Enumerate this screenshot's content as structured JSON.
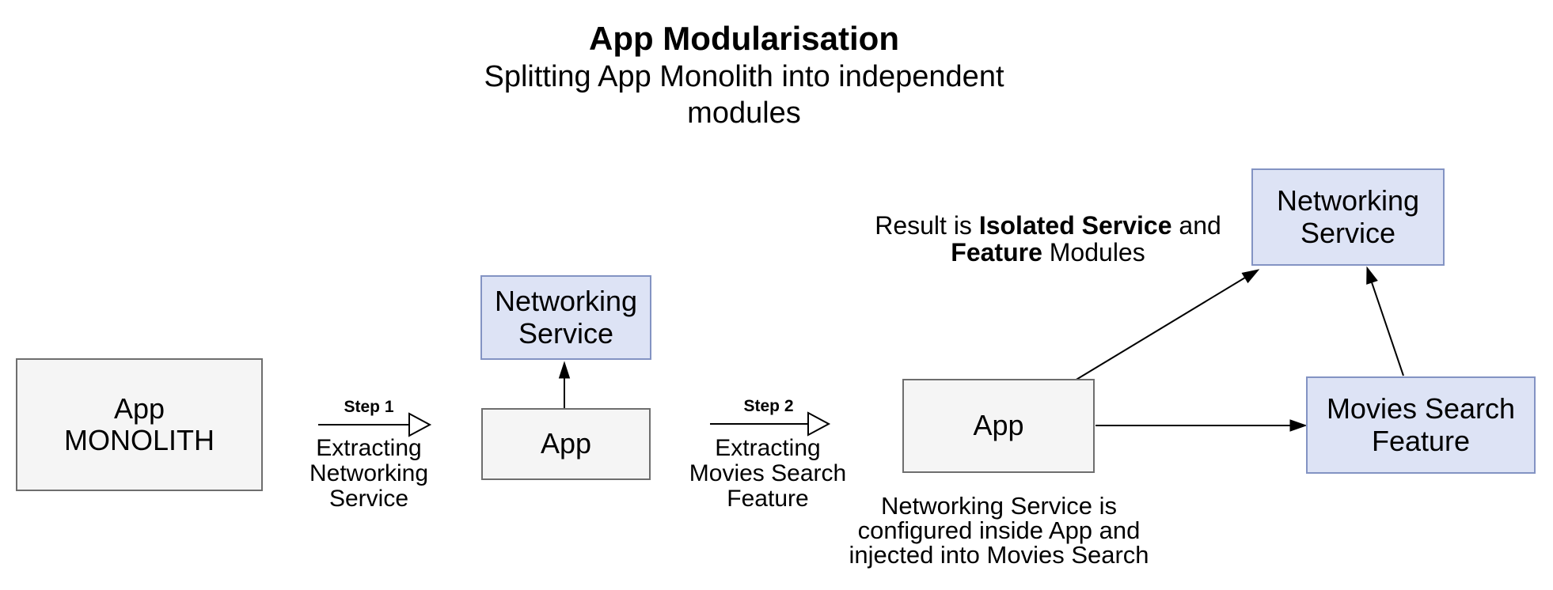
{
  "header": {
    "title": "App Modularisation",
    "subtitle": "Splitting App Monolith into independent modules"
  },
  "stage1": {
    "monolith_box": {
      "lines": [
        "App",
        "MONOLITH"
      ]
    }
  },
  "step1": {
    "label": "Step 1",
    "description_lines": [
      "Extracting",
      "Networking",
      "Service"
    ]
  },
  "stage2": {
    "networking_service_box": {
      "lines": [
        "Networking",
        "Service"
      ]
    },
    "app_box": {
      "label": "App"
    }
  },
  "step2": {
    "label": "Step 2",
    "description_lines": [
      "Extracting",
      "Movies Search",
      "Feature"
    ]
  },
  "stage3": {
    "result_note": {
      "line1_normal1": "Result is ",
      "line1_bold": "Isolated Service",
      "line1_normal2": " and",
      "line2_bold": "Feature",
      "line2_normal": " Modules"
    },
    "networking_service_box": {
      "lines": [
        "Networking",
        "Service"
      ]
    },
    "app_box": {
      "label": "App"
    },
    "movies_search_box": {
      "lines": [
        "Movies Search",
        "Feature"
      ]
    },
    "injection_note_lines": [
      "Networking Service is",
      "configured inside App and",
      "injected into Movies Search"
    ]
  },
  "colors": {
    "background": "#ffffff",
    "text_color": "#000000",
    "gray_box_fill": "#f5f5f5",
    "gray_box_border": "#6e6e6e",
    "blue_box_fill": "#dde3f5",
    "blue_box_border": "#8393c3",
    "arrow_color": "#000000"
  }
}
